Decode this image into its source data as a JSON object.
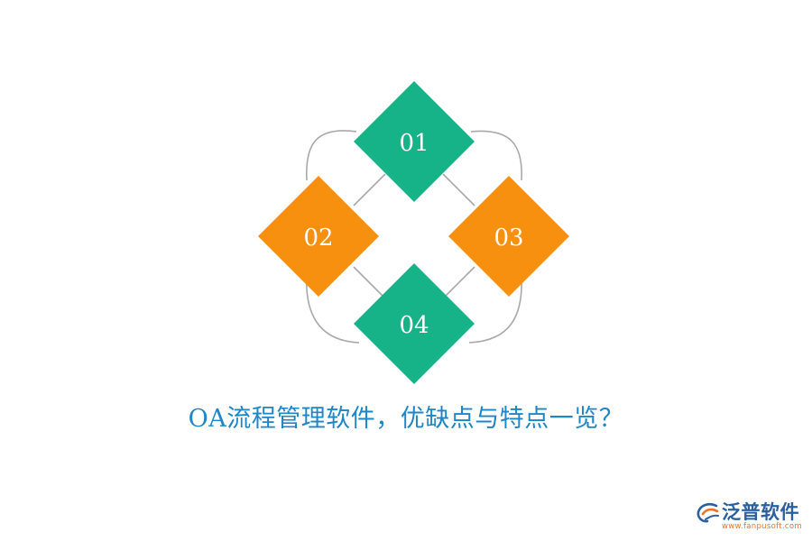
{
  "diagram": {
    "items": [
      {
        "label": "01",
        "color": "#17b388"
      },
      {
        "label": "02",
        "color": "#f7900f"
      },
      {
        "label": "03",
        "color": "#f7900f"
      },
      {
        "label": "04",
        "color": "#17b388"
      }
    ],
    "connector_color": "#a8a8a8"
  },
  "title": "OA流程管理软件，优缺点与特点一览？",
  "logo": {
    "name": "泛普软件",
    "url": "www.fanpusoft.com"
  },
  "colors": {
    "title": "#1f86c6",
    "brand": "#2b5f9e",
    "accent": "#e8742a"
  }
}
